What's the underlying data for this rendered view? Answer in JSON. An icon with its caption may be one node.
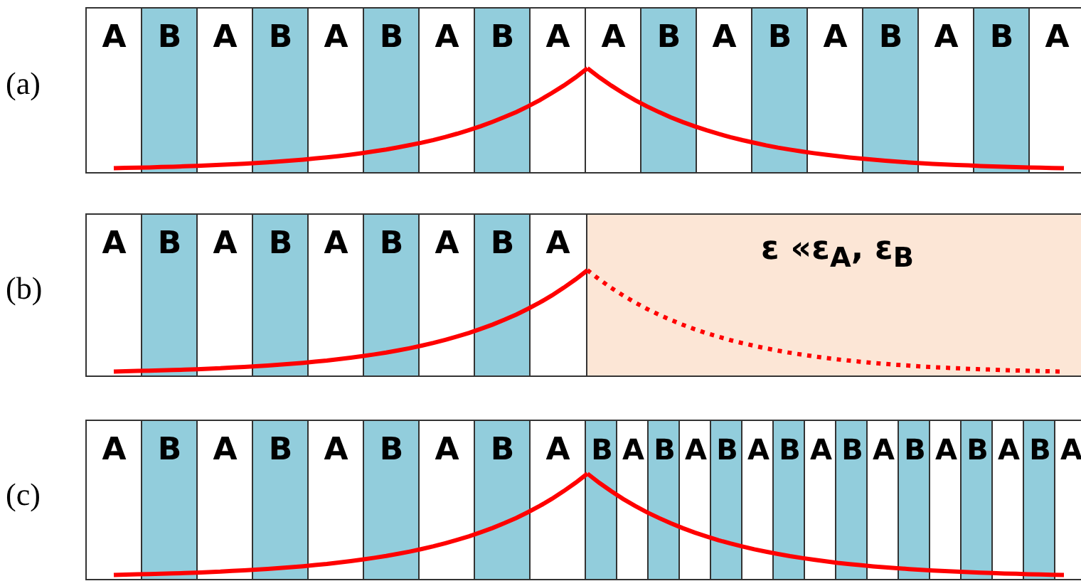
{
  "diagram": {
    "labels": [
      "(a)",
      "A",
      "B",
      "A",
      "B",
      "A",
      "B",
      "A",
      "B",
      "A",
      "A",
      "B",
      "A",
      "B",
      "A",
      "B",
      "A",
      "B",
      "A",
      "(b)",
      "A",
      "B",
      "A",
      "B",
      "A",
      "B",
      "A",
      "B",
      "A",
      "ε «ε$_{A}$, ε$_{B}$",
      "(c)",
      "A",
      "B",
      "A",
      "B",
      "A",
      "B",
      "A",
      "B",
      "A",
      "B",
      "A",
      "B",
      "A",
      "B",
      "A",
      "B",
      "A",
      "B",
      "A",
      "B",
      "A",
      "B",
      "A",
      "B",
      "A"
    ]
  }
}
